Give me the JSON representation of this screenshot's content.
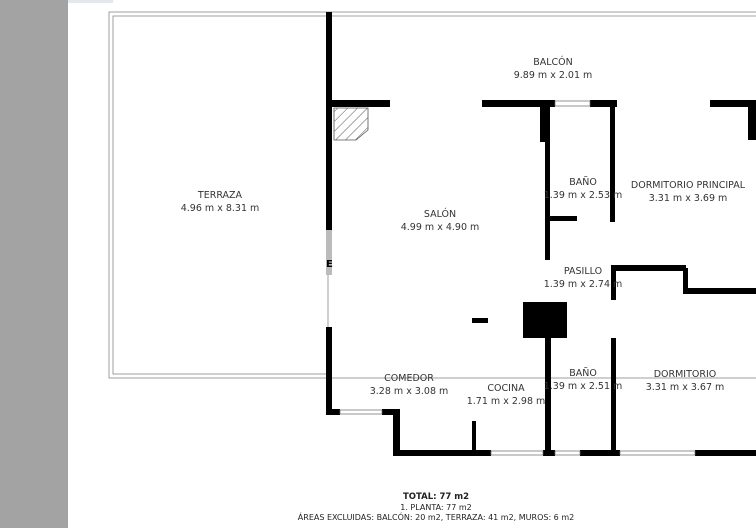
{
  "rooms": [
    {
      "name": "BALCÓN",
      "dims": "9.89 m x 2.01 m"
    },
    {
      "name": "TERRAZA",
      "dims": "4.96 m x 8.31 m"
    },
    {
      "name": "SALÓN",
      "dims": "4.99 m x 4.90 m"
    },
    {
      "name": "BAÑO",
      "dims": "1.39 m x 2.53 m"
    },
    {
      "name": "DORMITORIO PRINCIPAL",
      "dims": "3.31 m x 3.69 m"
    },
    {
      "name": "PASILLO",
      "dims": "1.39 m x 2.74 m"
    },
    {
      "name": "COMEDOR",
      "dims": "3.28 m x 3.08 m"
    },
    {
      "name": "COCINA",
      "dims": "1.71 m x 2.98 m"
    },
    {
      "name": "BAÑO",
      "dims": "1.39 m x 2.51 m"
    },
    {
      "name": "DORMITORIO",
      "dims": "3.31 m x 3.67 m"
    }
  ],
  "entrance_marker": "E",
  "summary": {
    "total": "TOTAL: 77 m2",
    "floor": "1. PLANTA: 77 m2",
    "excluded": "ÁREAS EXCLUIDAS: BALCÓN: 20 m2, TERRAZA: 41 m2, MUROS: 6 m2"
  },
  "colors": {
    "wall": "#000000",
    "side_panel": "#a3a3a3"
  }
}
